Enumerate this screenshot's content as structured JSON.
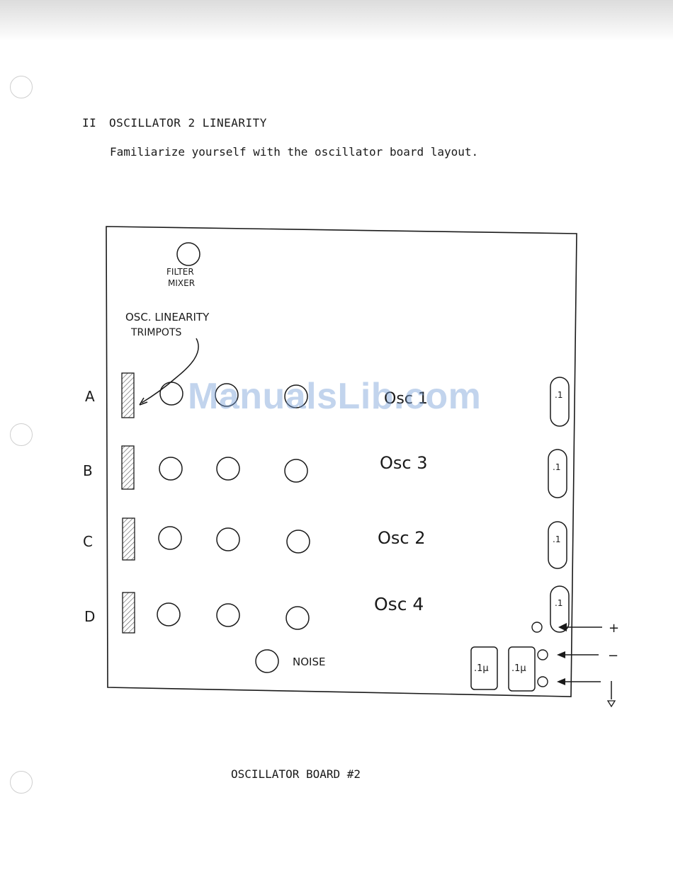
{
  "heading": {
    "number": "II",
    "title": "OSCILLATOR 2 LINEARITY"
  },
  "intro": "Familiarize yourself with the oscillator board layout.",
  "diagram": {
    "filter_mixer": [
      "FILTER",
      "MIXER"
    ],
    "trimpot_callout": [
      "OSC. LINEARITY",
      "TRIMPOTS"
    ],
    "rows": [
      {
        "row": "A",
        "oscillator": "Osc 1"
      },
      {
        "row": "B",
        "oscillator": "Osc 3"
      },
      {
        "row": "C",
        "oscillator": "Osc 2"
      },
      {
        "row": "D",
        "oscillator": "Osc 4"
      }
    ],
    "noise_label": "NOISE",
    "right_caps": [
      ".1",
      ".1",
      ".1",
      ".1"
    ],
    "bottom_caps": [
      ".1μ",
      ".1μ"
    ],
    "power_terminals": [
      "+",
      "−"
    ]
  },
  "caption": "OSCILLATOR BOARD #2",
  "watermark": "ManualsLib.com"
}
